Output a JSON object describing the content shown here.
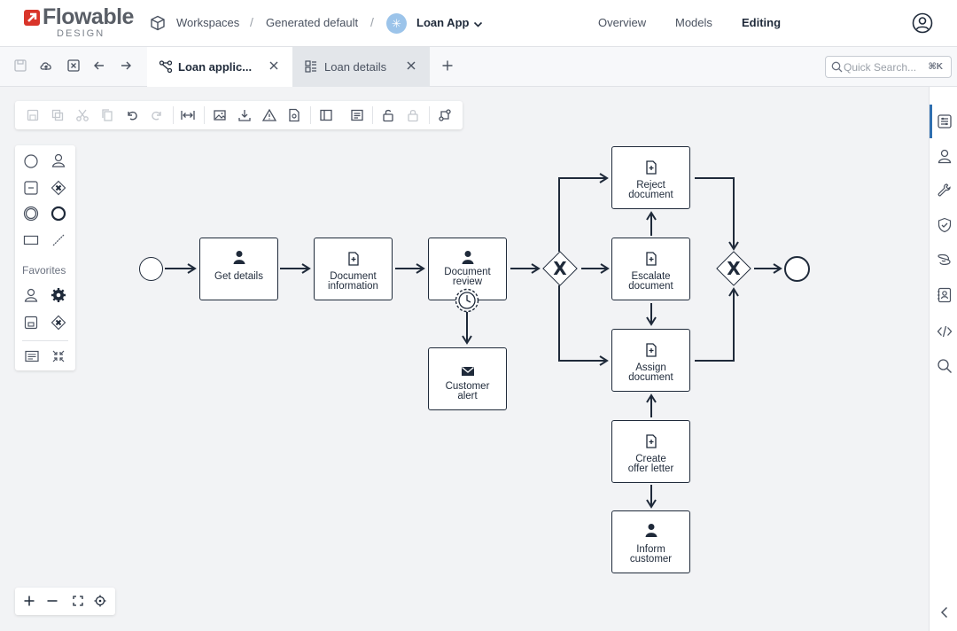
{
  "brand": {
    "name": "Flowable",
    "sub": "DESIGN",
    "color": "#d9352a"
  },
  "breadcrumb": {
    "workspaces": "Workspaces",
    "generated": "Generated default",
    "app": "Loan App"
  },
  "nav": {
    "overview": "Overview",
    "models": "Models",
    "editing": "Editing"
  },
  "tabs": [
    {
      "label": "Loan applic..."
    },
    {
      "label": "Loan details"
    }
  ],
  "search": {
    "placeholder": "Quick Search...",
    "shortcut": "⌘K"
  },
  "palette": {
    "favorites_label": "Favorites"
  },
  "diagram": {
    "tasks": {
      "get_details": {
        "line1": "Get details",
        "line2": ""
      },
      "document_information": {
        "line1": "Document",
        "line2": "information"
      },
      "document_review": {
        "line1": "Document",
        "line2": "review"
      },
      "customer_alert": {
        "line1": "Customer",
        "line2": "alert"
      },
      "reject_document": {
        "line1": "Reject",
        "line2": "document"
      },
      "escalate_document": {
        "line1": "Escalate",
        "line2": "document"
      },
      "assign_document": {
        "line1": "Assign",
        "line2": "document"
      },
      "create_offer_letter": {
        "line1": "Create",
        "line2": "offer letter"
      },
      "inform_customer": {
        "line1": "Inform",
        "line2": "customer"
      }
    },
    "gateway_symbol": "X"
  },
  "colors": {
    "ink": "#1f2a3a",
    "accent": "#2f6fb0",
    "app_badge": "#9cc4ea"
  }
}
